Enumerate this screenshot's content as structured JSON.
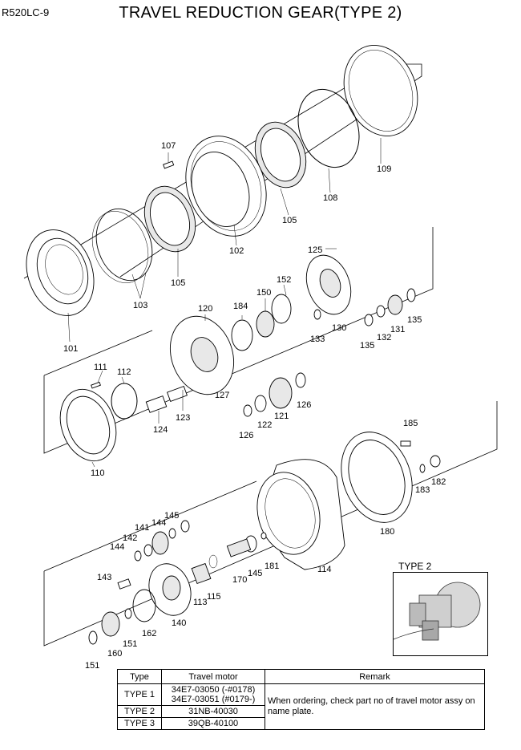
{
  "header": {
    "model": "R520LC-9",
    "title": "TRAVEL REDUCTION GEAR(TYPE 2)"
  },
  "callouts": {
    "c101": "101",
    "c102": "102",
    "c103": "103",
    "c105a": "105",
    "c105b": "105",
    "c107": "107",
    "c108": "108",
    "c109": "109",
    "c110": "110",
    "c111": "111",
    "c112": "112",
    "c113": "113",
    "c114": "114",
    "c115": "115",
    "c120": "120",
    "c121": "121",
    "c122": "122",
    "c123": "123",
    "c124": "124",
    "c125": "125",
    "c126a": "126",
    "c126b": "126",
    "c127": "127",
    "c130": "130",
    "c131": "131",
    "c132": "132",
    "c133": "133",
    "c135a": "135",
    "c135b": "135",
    "c140": "140",
    "c141": "141",
    "c142": "142",
    "c143": "143",
    "c144a": "144",
    "c144b": "144",
    "c145a": "145",
    "c145b": "145",
    "c150": "150",
    "c151a": "151",
    "c151b": "151",
    "c152": "152",
    "c160": "160",
    "c162": "162",
    "c170": "170",
    "c180": "180",
    "c181": "181",
    "c182": "182",
    "c183": "183",
    "c184": "184",
    "c185": "185"
  },
  "inset": {
    "label": "TYPE 2"
  },
  "table": {
    "headers": [
      "Type",
      "Travel motor",
      "Remark"
    ],
    "rows": [
      {
        "type": "TYPE 1",
        "motor_line1": "34E7-03050 (-#0178)",
        "motor_line2": "34E7-03051 (#0179-)"
      },
      {
        "type": "TYPE 2",
        "motor": "31NB-40030"
      },
      {
        "type": "TYPE 3",
        "motor": "39QB-40100"
      }
    ],
    "remark": "When ordering, check part no of travel motor assy on name plate."
  }
}
